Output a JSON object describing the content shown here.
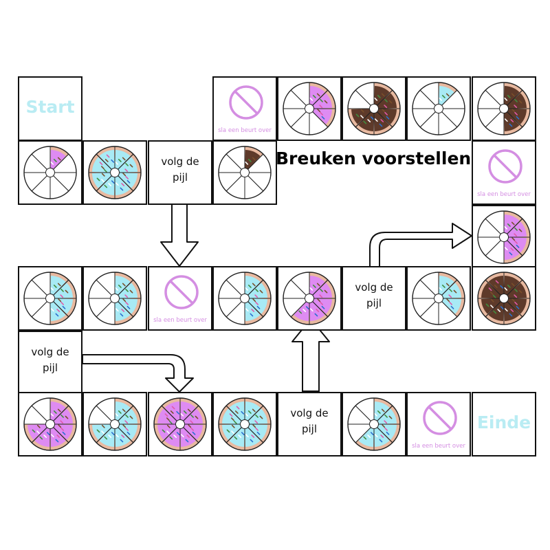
{
  "title": "Breuken voorstellen",
  "start_label": "Start",
  "end_label": "Einde",
  "follow_arrow_text": [
    "volg de",
    "pijl"
  ],
  "skip_turn_text": "sla een beurt over",
  "colors": {
    "outline": "#111111",
    "label_blue": "#b9ecf3",
    "skip_pink": "#d48ee2",
    "frosting_purple": "#de8bf2",
    "frosting_blue": "#a8eaf5",
    "frosting_chocolate": "#5e3a2a",
    "dough": "#e8b9a0"
  },
  "icons": [
    "skip-turn-icon",
    "donut-fraction-icon",
    "follow-arrow-icon"
  ],
  "tiles": [
    {
      "id": "start",
      "type": "start"
    },
    {
      "id": "r2c1",
      "type": "donut",
      "frosting": "purple",
      "eighths": 1
    },
    {
      "id": "r2c2",
      "type": "donut",
      "frosting": "blue",
      "eighths": 8
    },
    {
      "id": "r2c3",
      "type": "arrow-text"
    },
    {
      "id": "r2c4",
      "type": "donut",
      "frosting": "chocolate",
      "eighths": 1
    },
    {
      "id": "r1c4",
      "type": "skip"
    },
    {
      "id": "r1c5",
      "type": "donut",
      "frosting": "purple",
      "eighths": 3
    },
    {
      "id": "r1c6",
      "type": "donut",
      "frosting": "chocolate",
      "eighths": 6
    },
    {
      "id": "r1c7",
      "type": "donut",
      "frosting": "blue",
      "eighths": 1
    },
    {
      "id": "r1c8",
      "type": "donut",
      "frosting": "chocolate",
      "eighths": 4
    },
    {
      "id": "r2c8",
      "type": "skip"
    },
    {
      "id": "r3c8",
      "type": "donut",
      "frosting": "purple",
      "eighths": 4
    },
    {
      "id": "r4c8",
      "type": "donut",
      "frosting": "chocolate",
      "eighths": 8
    },
    {
      "id": "r4c7",
      "type": "donut",
      "frosting": "blue",
      "eighths": 3
    },
    {
      "id": "r4c6",
      "type": "arrow-text"
    },
    {
      "id": "r4c5",
      "type": "donut",
      "frosting": "purple",
      "eighths": 5
    },
    {
      "id": "r4c4",
      "type": "donut",
      "frosting": "blue",
      "eighths": 4
    },
    {
      "id": "r4c3",
      "type": "skip"
    },
    {
      "id": "r4c2",
      "type": "donut",
      "frosting": "blue",
      "eighths": 4
    },
    {
      "id": "r4c1",
      "type": "donut",
      "frosting": "blue",
      "eighths": 4
    },
    {
      "id": "r5c1",
      "type": "arrow-text"
    },
    {
      "id": "r6c1",
      "type": "donut",
      "frosting": "purple",
      "eighths": 6
    },
    {
      "id": "r6c2",
      "type": "donut",
      "frosting": "blue",
      "eighths": 6
    },
    {
      "id": "r6c3",
      "type": "donut",
      "frosting": "purple",
      "eighths": 8
    },
    {
      "id": "r6c4",
      "type": "donut",
      "frosting": "blue",
      "eighths": 8
    },
    {
      "id": "r6c5",
      "type": "arrow-text"
    },
    {
      "id": "r6c6",
      "type": "donut",
      "frosting": "blue",
      "eighths": 5
    },
    {
      "id": "r6c7",
      "type": "skip"
    },
    {
      "id": "end",
      "type": "end"
    }
  ]
}
